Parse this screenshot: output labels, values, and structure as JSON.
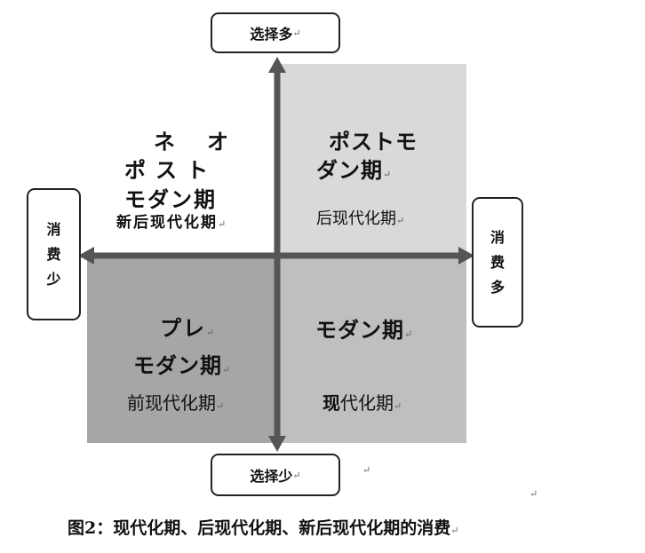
{
  "axis_labels": {
    "top": "选择多",
    "bottom": "选择少",
    "left": [
      "消",
      "费",
      "少"
    ],
    "right": [
      "消",
      "费",
      "多"
    ]
  },
  "quadrants": {
    "top_left": {
      "jp_lines": [
        "ネ　オ",
        "ポスト",
        "モダン期"
      ],
      "cn": "新后现代化期"
    },
    "top_right": {
      "jp_lines": [
        "ポストモ",
        "ダン期"
      ],
      "cn": "后现代化期"
    },
    "bottom_left": {
      "jp_lines": [
        "プレ",
        "モダン期"
      ],
      "cn": "前现代化期"
    },
    "bottom_right": {
      "jp_lines": [
        "モダン期"
      ],
      "cn_bold": "现",
      "cn_rest": "代化期"
    }
  },
  "caption": "图2：现代化期、后现代化期、新后现代化期的消费",
  "paragraph_mark": "↵",
  "colors": {
    "top_right_fill": "#d9d9d9",
    "bottom_left_fill": "#a6a6a6",
    "bottom_right_fill": "#bfbfbf",
    "axis": "#555555"
  }
}
